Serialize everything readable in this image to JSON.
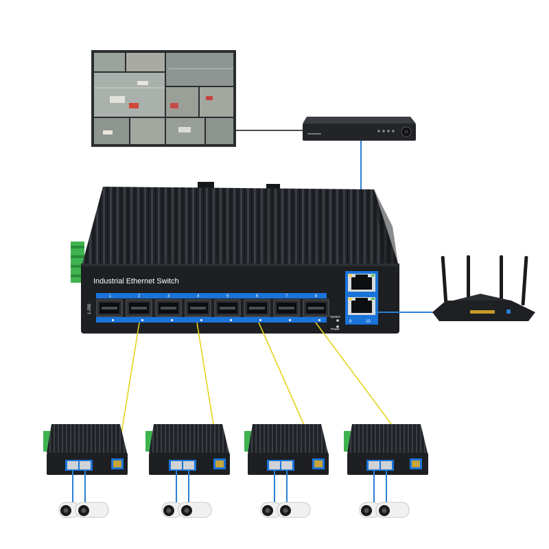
{
  "switch": {
    "label": "Industrial Ethernet Switch",
    "side_label": "1-250",
    "port_numbers": [
      "1",
      "2",
      "3",
      "4",
      "5",
      "6",
      "7",
      "8"
    ],
    "system_label": "System",
    "power_label": "Power",
    "uplink_labels": [
      "9",
      "10"
    ]
  },
  "colors": {
    "fiber": "#e5d21c",
    "ethernet": "#2a7fd4",
    "hdmi": "#111111",
    "switch_body": "#1d1f22",
    "switch_accent": "#1a73d9",
    "terminal_green": "#3eb34f"
  },
  "devices": {
    "monitor": "monitor-icon",
    "nvr": "nvr-icon",
    "router": "router-icon",
    "media_converter": "media-converter-icon",
    "camera": "bullet-camera-icon"
  },
  "fiber_links": [
    {
      "from_port": 2,
      "to_converter": 1
    },
    {
      "from_port": 4,
      "to_converter": 2
    },
    {
      "from_port": 6,
      "to_converter": 3
    },
    {
      "from_port": 8,
      "to_converter": 4
    }
  ]
}
